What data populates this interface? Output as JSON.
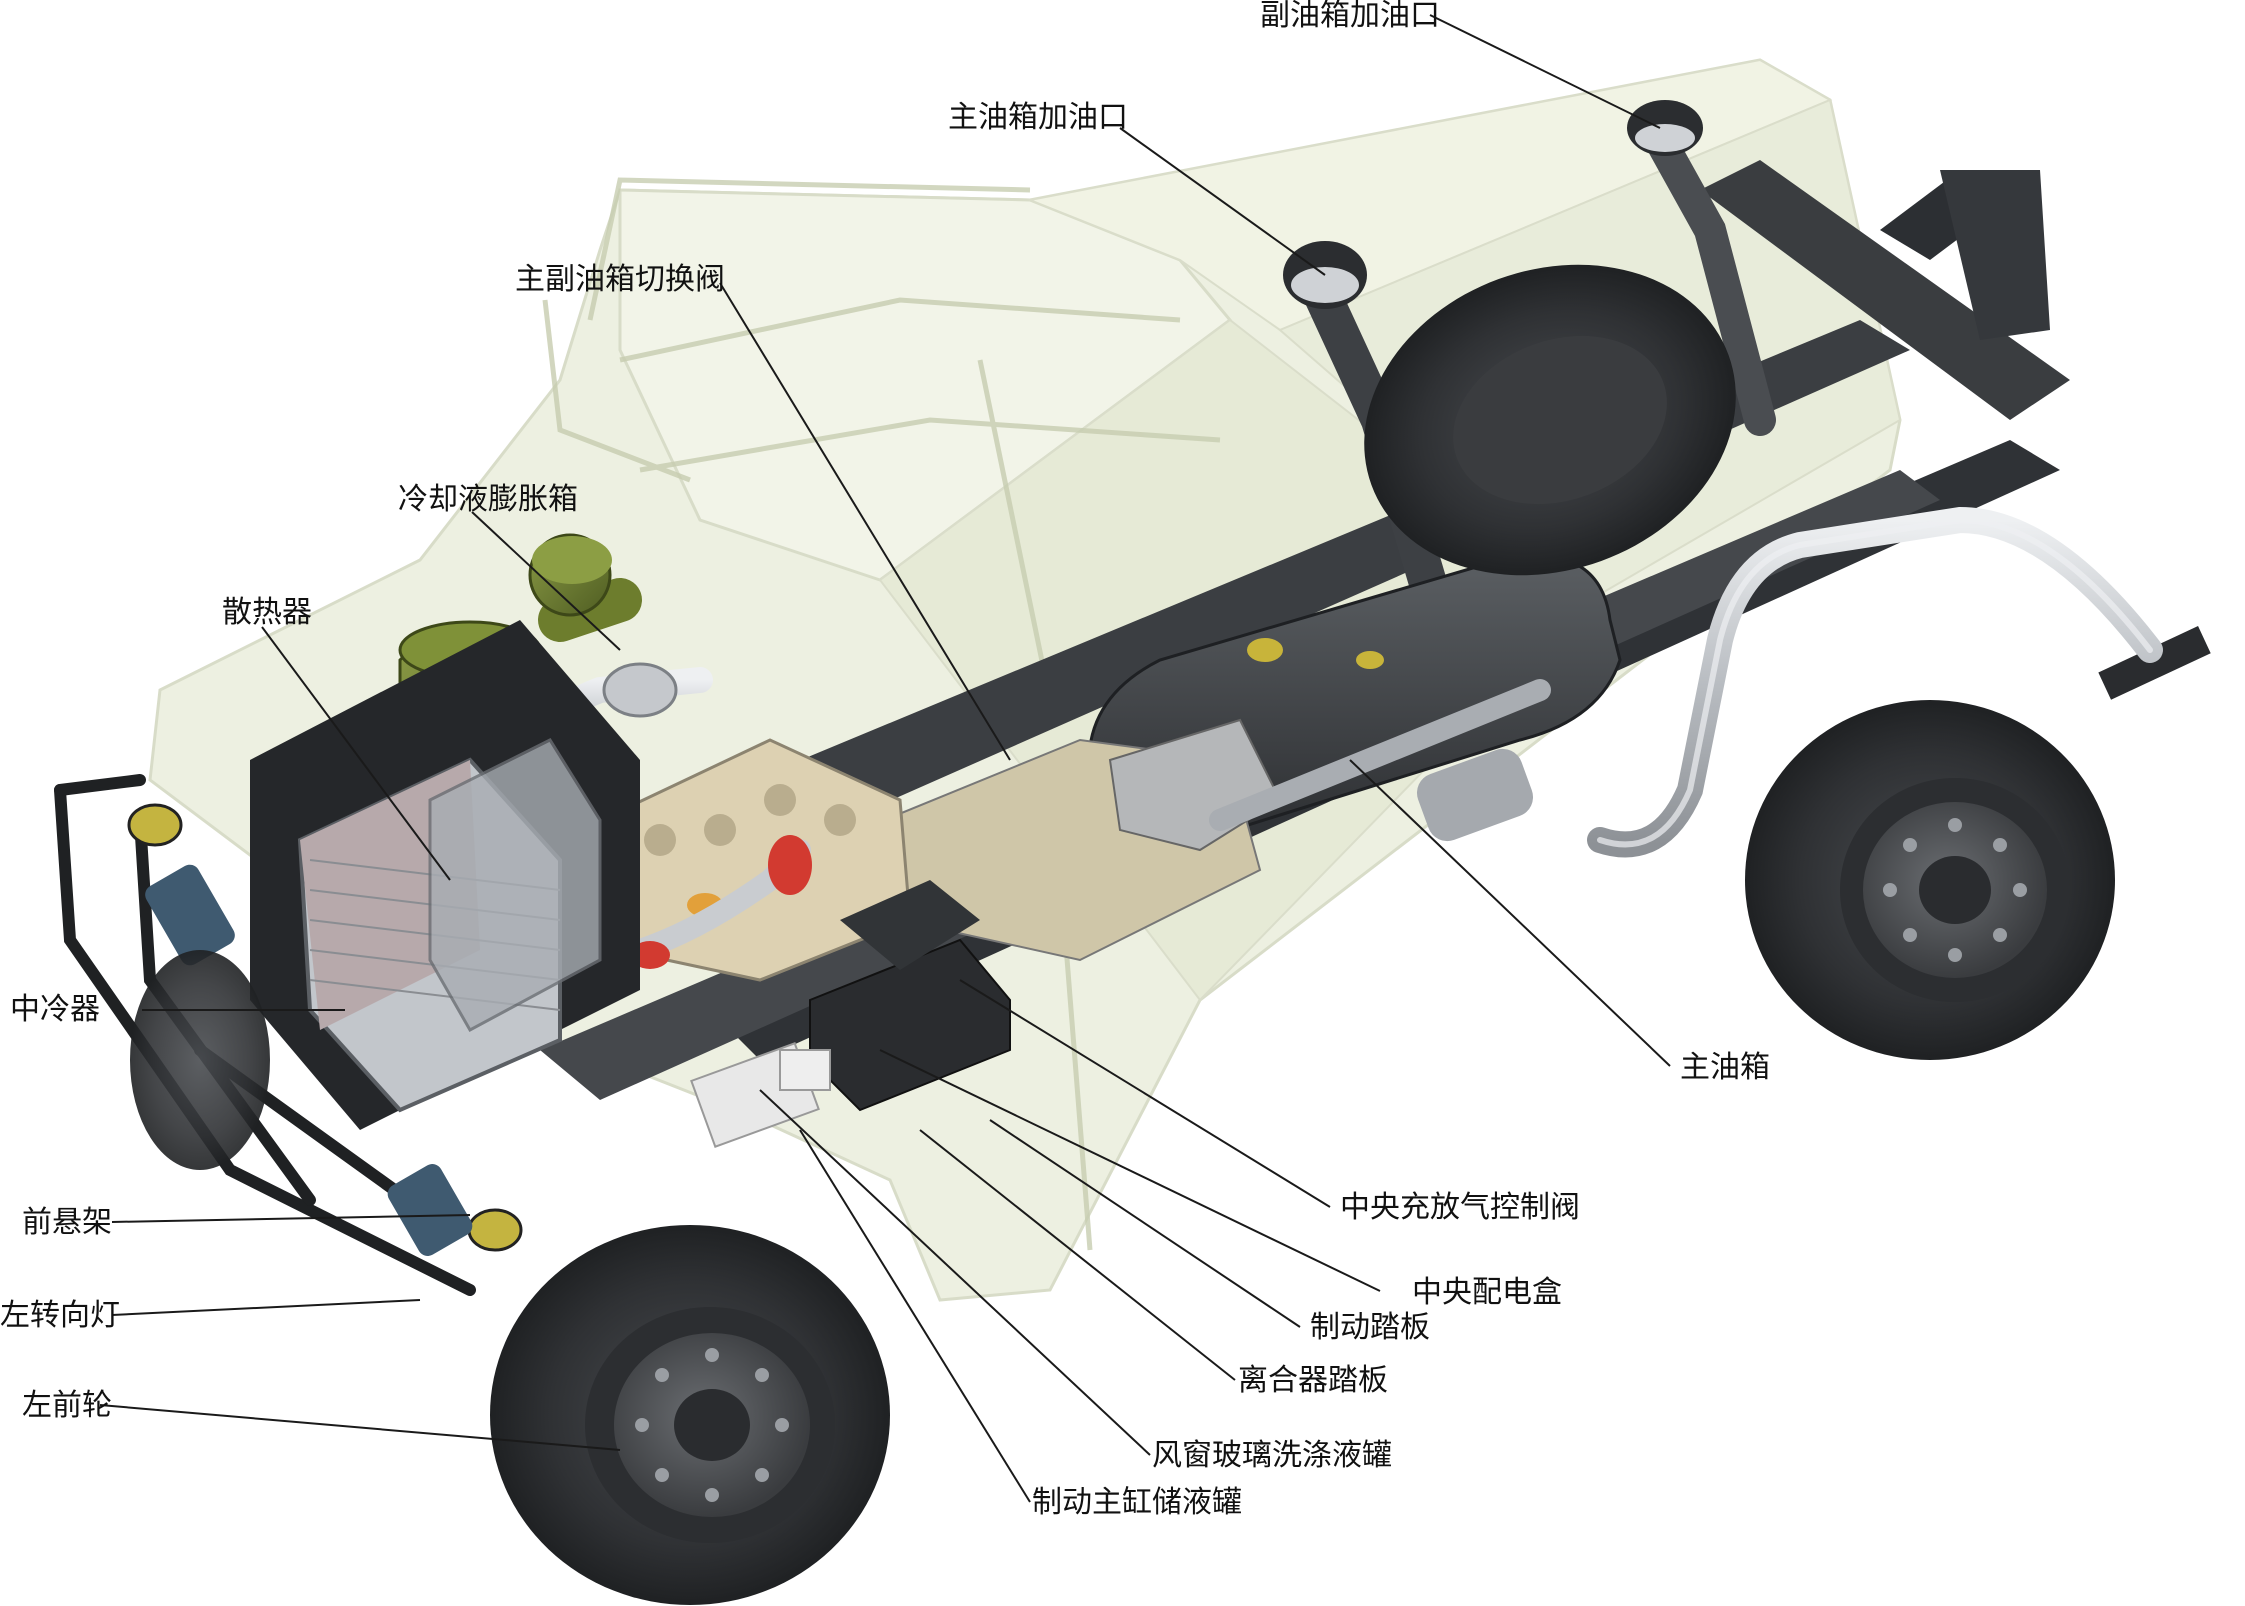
{
  "diagram": {
    "labels": {
      "aux_fuel_filler": "副油箱加油口",
      "main_fuel_filler": "主油箱加油口",
      "fuel_switch_valve": "主副油箱切换阀",
      "coolant_expansion_tank": "冷却液膨胀箱",
      "radiator": "散热器",
      "intercooler": "中冷器",
      "main_fuel_tank": "主油箱",
      "cti_control_valve": "中央充放气控制阀",
      "central_distribution_box": "中央配电盒",
      "brake_pedal": "制动踏板",
      "clutch_pedal": "离合器踏板",
      "washer_reservoir": "风窗玻璃洗涤液罐",
      "brake_master_reservoir": "制动主缸储液罐",
      "front_suspension": "前悬架",
      "left_turn_signal": "左转向灯",
      "left_front_wheel": "左前轮"
    },
    "colors": {
      "body_tint": "#d9e0c3",
      "body_edge": "#b9c19c",
      "chassis": "#3a3d40",
      "tire": "#2e3033",
      "rim": "#55585c",
      "air_filter": "#6b7f2f",
      "pipe": "#c9ccd0",
      "engine": "#d8cdb0",
      "red_hose": "#d23a30",
      "leader": "#1a1a1a"
    }
  }
}
